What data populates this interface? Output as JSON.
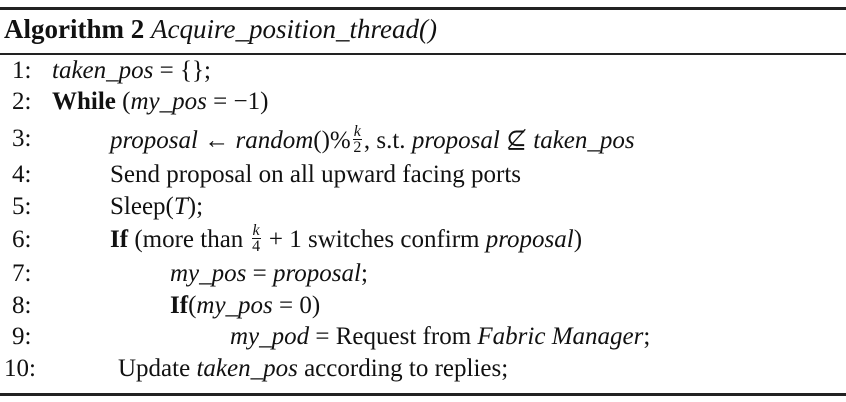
{
  "title": {
    "label": "Algorithm 2",
    "name": "Acquire_position_thread()"
  },
  "lines": [
    {
      "num": "1:",
      "indent": 0,
      "segs": [
        {
          "t": "taken_pos",
          "s": "i"
        },
        {
          "t": " = {};",
          "s": "r"
        }
      ]
    },
    {
      "num": "2:",
      "indent": 0,
      "segs": [
        {
          "t": "While",
          "s": "b"
        },
        {
          "t": " (",
          "s": "r"
        },
        {
          "t": "my_pos",
          "s": "i"
        },
        {
          "t": " = −1)",
          "s": "r"
        }
      ]
    },
    {
      "num": "3:",
      "indent": 1,
      "segs": [
        {
          "t": "proposal",
          "s": "i"
        },
        {
          "t": " ← ",
          "s": "r"
        },
        {
          "t": "random",
          "s": "i"
        },
        {
          "t": "()%",
          "s": "r"
        },
        {
          "s": "frac",
          "n": "k",
          "d": "2"
        },
        {
          "t": ", s.t. ",
          "s": "r"
        },
        {
          "t": "proposal",
          "s": "i"
        },
        {
          "t": " ⊈ ",
          "s": "r"
        },
        {
          "t": "taken_pos",
          "s": "i"
        }
      ]
    },
    {
      "num": "4:",
      "indent": 1,
      "segs": [
        {
          "t": "Send proposal on all upward facing ports",
          "s": "r"
        }
      ]
    },
    {
      "num": "5:",
      "indent": 1,
      "segs": [
        {
          "t": "Sleep(",
          "s": "r"
        },
        {
          "t": "T",
          "s": "i"
        },
        {
          "t": ");",
          "s": "r"
        }
      ]
    },
    {
      "num": "6:",
      "indent": 1,
      "segs": [
        {
          "t": "If",
          "s": "b"
        },
        {
          "t": " (more than ",
          "s": "r"
        },
        {
          "s": "frac",
          "n": "k",
          "d": "4"
        },
        {
          "t": " + 1 switches confirm ",
          "s": "r"
        },
        {
          "t": "proposal",
          "s": "i"
        },
        {
          "t": ")",
          "s": "r"
        }
      ]
    },
    {
      "num": "7:",
      "indent": 2,
      "segs": [
        {
          "t": "my_pos",
          "s": "i"
        },
        {
          "t": " = ",
          "s": "r"
        },
        {
          "t": "proposal",
          "s": "i"
        },
        {
          "t": ";",
          "s": "r"
        }
      ]
    },
    {
      "num": "8:",
      "indent": 2,
      "segs": [
        {
          "t": "If",
          "s": "b"
        },
        {
          "t": "(",
          "s": "r"
        },
        {
          "t": "my_pos",
          "s": "i"
        },
        {
          "t": " = 0)",
          "s": "r"
        }
      ]
    },
    {
      "num": "9:",
      "indent": 3,
      "segs": [
        {
          "t": "my_pod",
          "s": "i"
        },
        {
          "t": " = Request from ",
          "s": "r"
        },
        {
          "t": "Fabric Manager",
          "s": "i"
        },
        {
          "t": ";",
          "s": "r"
        }
      ]
    },
    {
      "num": "10:",
      "indent": 4,
      "segs": [
        {
          "t": "Update ",
          "s": "r"
        },
        {
          "t": "taken_pos",
          "s": "i"
        },
        {
          "t": " according to replies;",
          "s": "r"
        }
      ]
    }
  ]
}
